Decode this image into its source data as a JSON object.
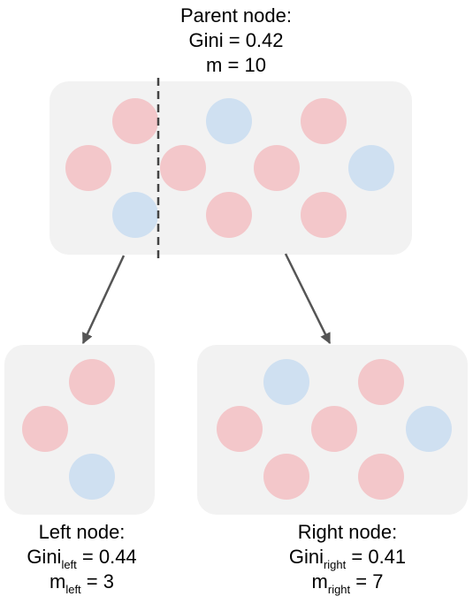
{
  "colors": {
    "red_sample": "#f3c7ca",
    "blue_sample": "#cfe0f1",
    "node_box": "#f2f2f2",
    "split_line": "#444444",
    "arrow": "#555555"
  },
  "parent": {
    "title": "Parent node:",
    "gini_prefix": "Gini = ",
    "gini_value": "0.42",
    "m_prefix": "m = ",
    "m_value": "10",
    "samples": [
      "red",
      "blue",
      "red",
      "red",
      "red",
      "red",
      "blue",
      "blue",
      "red",
      "red"
    ]
  },
  "left": {
    "title": "Left node:",
    "gini_base": "Gini",
    "gini_sub": "left",
    "gini_tail": " = 0.44",
    "m_base": "m",
    "m_sub": "left",
    "m_tail": " = 3",
    "samples": [
      "red",
      "red",
      "blue"
    ]
  },
  "right": {
    "title": "Right node:",
    "gini_base": "Gini",
    "gini_sub": "right",
    "gini_tail": " = 0.41",
    "m_base": "m",
    "m_sub": "right",
    "m_tail": " = 7",
    "samples": [
      "blue",
      "red",
      "red",
      "red",
      "blue",
      "red",
      "red"
    ]
  }
}
